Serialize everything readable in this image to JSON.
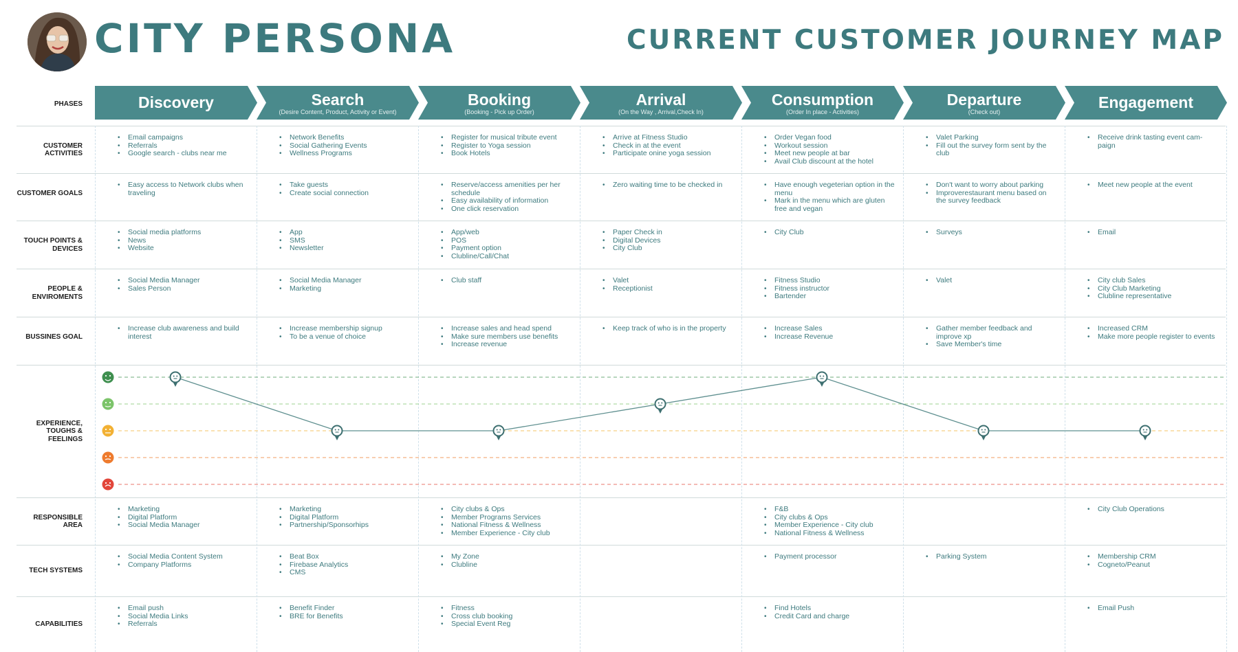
{
  "header": {
    "title": "CITY PERSONA",
    "subtitle": "CURRENT CUSTOMER JOURNEY MAP"
  },
  "phases_label": "PHASES",
  "phases": [
    {
      "name": "Discovery",
      "sub": ""
    },
    {
      "name": "Search",
      "sub": "(Desire Content, Product, Activity or Event)"
    },
    {
      "name": "Booking",
      "sub": "(Booking - Pick up Order)"
    },
    {
      "name": "Arrival",
      "sub": "(On the Way , Arrival,Check In)"
    },
    {
      "name": "Consumption",
      "sub": "(Order In place - Activities)"
    },
    {
      "name": "Departure",
      "sub": "(Check out)"
    },
    {
      "name": "Engagement",
      "sub": ""
    }
  ],
  "rows": {
    "customer_activities": {
      "label": "CUSTOMER ACTIVITIES",
      "cells": [
        [
          "Email campaigns",
          "Referrals",
          "Google search - clubs near me"
        ],
        [
          "Network Benefits",
          "Social Gathering Events",
          "Wellness Programs"
        ],
        [
          "Register for musical tribute event",
          "Register to Yoga session",
          "Book Hotels"
        ],
        [
          "Arrive at Fitness Studio",
          "Check in at the event",
          "Participate onine yoga session"
        ],
        [
          "Order Vegan food",
          "Workout session",
          "Meet new people at bar",
          "Avail Club discount at the hotel"
        ],
        [
          "Valet Parking",
          "Fill out the survey form sent by the club"
        ],
        [
          "Receive drink tasting event cam- paign"
        ]
      ]
    },
    "customer_goals": {
      "label": "CUSTOMER GOALS",
      "cells": [
        [
          "Easy access to Network clubs when traveling"
        ],
        [
          "Take guests",
          "Create social connection"
        ],
        [
          "Reserve/access amenities per her schedule",
          "Easy availability of information",
          "One click reservation"
        ],
        [
          "Zero waiting time to be checked in"
        ],
        [
          "Have enough vegeterian option in the menu",
          "Mark in the menu which are gluten free and vegan"
        ],
        [
          "Don't want to worry about parking",
          "Improverestaurant menu based on the survey feedback"
        ],
        [
          "Meet new people at the event"
        ]
      ]
    },
    "touch_points": {
      "label": "TOUCH POINTS & DEVICES",
      "cells": [
        [
          "Social media platforms",
          "News",
          "Website"
        ],
        [
          "App",
          "SMS",
          "Newsletter"
        ],
        [
          "App/web",
          "POS",
          "Payment option",
          "Clubline/Call/Chat"
        ],
        [
          "Paper Check in",
          "Digital Devices",
          "City Club"
        ],
        [
          "City Club"
        ],
        [
          " Surveys"
        ],
        [
          "Email"
        ]
      ]
    },
    "people": {
      "label": "PEOPLE & ENVIROMENTS",
      "cells": [
        [
          "Social Media Manager",
          "Sales Person"
        ],
        [
          "Social Media Manager",
          "Marketing"
        ],
        [
          "Club staff"
        ],
        [
          "Valet",
          "Receptionist"
        ],
        [
          "Fitness Studio",
          "Fitness instructor",
          "Bartender"
        ],
        [
          "Valet"
        ],
        [
          "City club Sales",
          "City Club Marketing",
          "Clubline representative"
        ]
      ]
    },
    "business_goal": {
      "label": "BUSSINES GOAL",
      "cells": [
        [
          "Increase club awareness and build interest"
        ],
        [
          "Increase membership signup",
          "To be a venue of choice"
        ],
        [
          "Increase sales and head spend",
          "Make sure members use benefits",
          "Increase revenue"
        ],
        [
          "Keep track of who is in the property"
        ],
        [
          "Increase Sales",
          "Increase Revenue"
        ],
        [
          "Gather member feedback and improve xp",
          "Save Member's time"
        ],
        [
          "Increased CRM",
          "Make more people register to events"
        ]
      ]
    },
    "experience": {
      "label": "EXPERIENCE, TOUGHS & FEELINGS"
    },
    "responsible_area": {
      "label": "RESPONSIBLE AREA",
      "cells": [
        [
          "Marketing",
          "Digital Platform",
          "Social Media Manager"
        ],
        [
          "Marketing",
          "Digital Platform",
          "Partnership/Sponsorhips"
        ],
        [
          "City clubs & Ops",
          "Member Programs Services",
          "National Fitness & Wellness",
          "Member Experience - City club"
        ],
        [],
        [
          "F&B",
          "City clubs & Ops",
          "Member Experience - City club",
          "National Fitness & Wellness"
        ],
        [],
        [
          "City Club Operations"
        ]
      ]
    },
    "tech_systems": {
      "label": "TECH SYSTEMS",
      "cells": [
        [
          "Social Media Content System",
          "Company Platforms"
        ],
        [
          "Beat Box",
          "Firebase Analytics",
          "CMS"
        ],
        [
          "My Zone",
          "Clubline"
        ],
        [],
        [
          "Payment processor"
        ],
        [
          "Parking System"
        ],
        [
          "Membership CRM",
          "Cogneto/Peanut"
        ]
      ]
    },
    "capabilities": {
      "label": "CAPABILITIES",
      "cells": [
        [
          "Email push",
          "Social Media Links",
          "Referrals"
        ],
        [
          "Benefit Finder",
          "BRE for Benefits"
        ],
        [
          "Fitness",
          "Cross club booking",
          "Special Event Reg"
        ],
        [],
        [
          "Find Hotels",
          "Credit Card and charge"
        ],
        [],
        [
          "Email Push"
        ]
      ]
    }
  },
  "chart_data": {
    "type": "line",
    "categories": [
      "Discovery",
      "Search",
      "Booking",
      "Arrival",
      "Consumption",
      "Departure",
      "Engagement"
    ],
    "scale_levels": [
      "very happy",
      "happy",
      "neutral",
      "unhappy",
      "very unhappy"
    ],
    "level_colors": [
      "#3f8f4f",
      "#7cc46a",
      "#f2b134",
      "#ee7b2e",
      "#e2463a"
    ],
    "values": [
      5,
      3,
      3,
      4,
      5,
      3,
      3
    ],
    "ylim": [
      1,
      5
    ],
    "line_color": "#5e8f8f"
  }
}
